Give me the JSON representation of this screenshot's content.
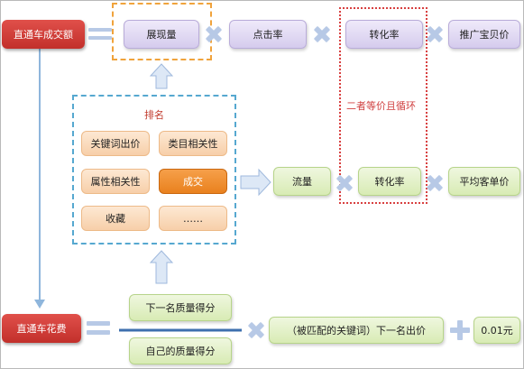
{
  "nodes": {
    "gmv": "直通车成交额",
    "impressions": "展现量",
    "ctr": "点击率",
    "conversion_top": "转化率",
    "promoted_items": "推广宝贝价",
    "ranking": "排名",
    "keyword_bid": "关键词出价",
    "category_relevance": "类目相关性",
    "attribute_relevance": "属性相关性",
    "deals": "成交",
    "favorites": "收藏",
    "more": "……",
    "traffic": "流量",
    "conversion_mid": "转化率",
    "avg_order_price": "平均客单价",
    "cycle_note": "二者等价且循环",
    "spend": "直通车花费",
    "next_quality_score": "下一名质量得分",
    "own_quality_score": "自己的质量得分",
    "next_bid": "（被匹配的关键词）下一名出价",
    "min_increment": "0.01元"
  },
  "colors": {
    "red_node": "#d2413a",
    "purple_node": "#e3dbf3",
    "green_node": "#e2f0c8",
    "peach_node": "#fbdcbd",
    "highlight_node": "#ef8e2f",
    "operator": "#b7c9e6",
    "arrow": "#bcd0ea",
    "dash_orange": "#f0a33c",
    "dash_blue": "#56a8d0",
    "dot_red": "#d84040",
    "ranking_text": "#c0392b",
    "cycle_text": "#d04040"
  }
}
